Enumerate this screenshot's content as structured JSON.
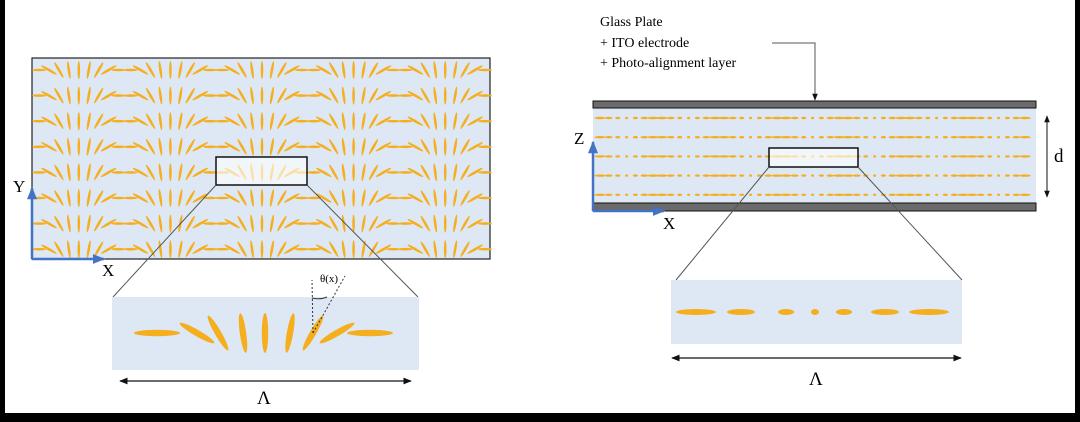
{
  "colors": {
    "lc": "#f5ae1e",
    "bg": "#dde8f4",
    "axis": "#4472c4",
    "plate": "#6b6b6b"
  },
  "left_panel": {
    "axis_y": "Y",
    "axis_x": "X",
    "inset_angle_label": "θ(x)",
    "period_label": "Λ",
    "periods": 5,
    "rows": 8
  },
  "right_panel": {
    "annotation": [
      "Glass Plate",
      "+ ITO electrode",
      "+ Photo-alignment layer"
    ],
    "axis_z": "Z",
    "axis_x": "X",
    "thickness_label": "d",
    "period_label": "Λ",
    "rows": 5
  }
}
